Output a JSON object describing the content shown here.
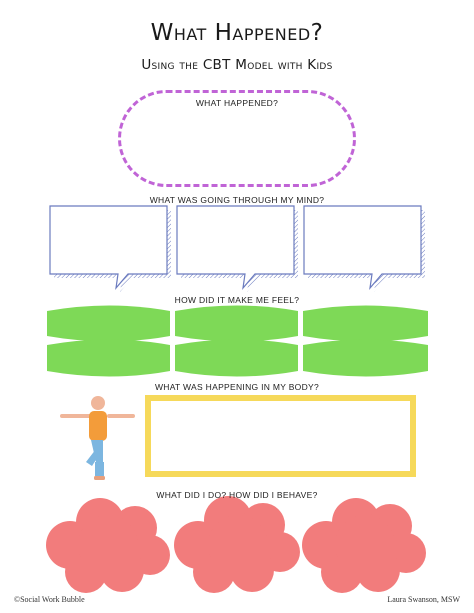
{
  "header": {
    "title": "What Happened?",
    "subtitle": "Using the CBT Model with Kids"
  },
  "sections": {
    "event_label": "WHAT HAPPENED?",
    "thoughts_label": "WHAT WAS GOING THROUGH MY MIND?",
    "feelings_label": "HOW DID IT MAKE ME FEEL?",
    "body_label": "WHAT WAS HAPPENING IN MY BODY?",
    "behavior_label": "WHAT DID I DO? HOW DID I BEHAVE?"
  },
  "colors": {
    "oval_dash": "#c064d6",
    "speech_outline": "#6b7bbf",
    "feeling_leaf": "#7ed957",
    "body_frame": "#f6d95a",
    "cloud": "#f27c7c"
  },
  "icons": [
    "speech-bubble-icon",
    "leaf-shape-icon",
    "person-figure-icon",
    "cloud-icon"
  ],
  "footer": {
    "left": "Social Work Bubble",
    "copyright_symbol": "©",
    "right": "Laura Swanson, MSW"
  }
}
